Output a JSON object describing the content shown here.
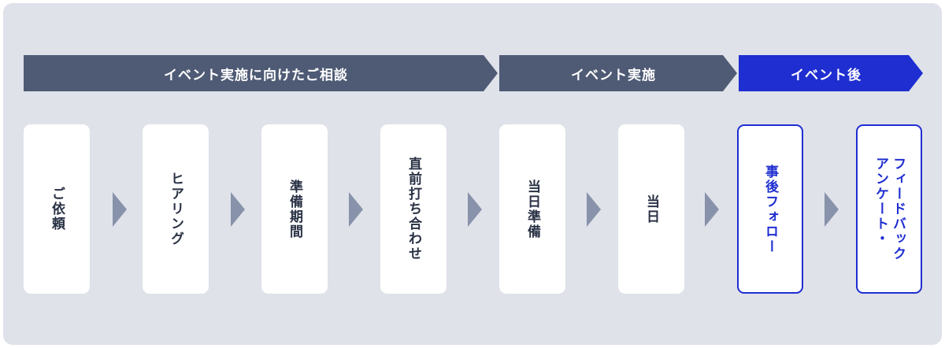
{
  "phases": [
    {
      "label": "イベント実施に向けたご相談"
    },
    {
      "label": "イベント実施"
    },
    {
      "label": "イベント後"
    }
  ],
  "steps": [
    {
      "label": "ご依頼"
    },
    {
      "label": "ヒアリング"
    },
    {
      "label": "準備期間"
    },
    {
      "label": "直前打ち合わせ"
    },
    {
      "label": "当日準備"
    },
    {
      "label": "当日"
    },
    {
      "label": "事後フォロー"
    },
    {
      "label": "フィードバック\nアンケート・"
    }
  ],
  "colors": {
    "background": "#dfe2e9",
    "phase_dark": "#4f5b75",
    "phase_accent": "#1f2ed1",
    "arrow": "#8892aa",
    "step_text": "#2a3245"
  }
}
